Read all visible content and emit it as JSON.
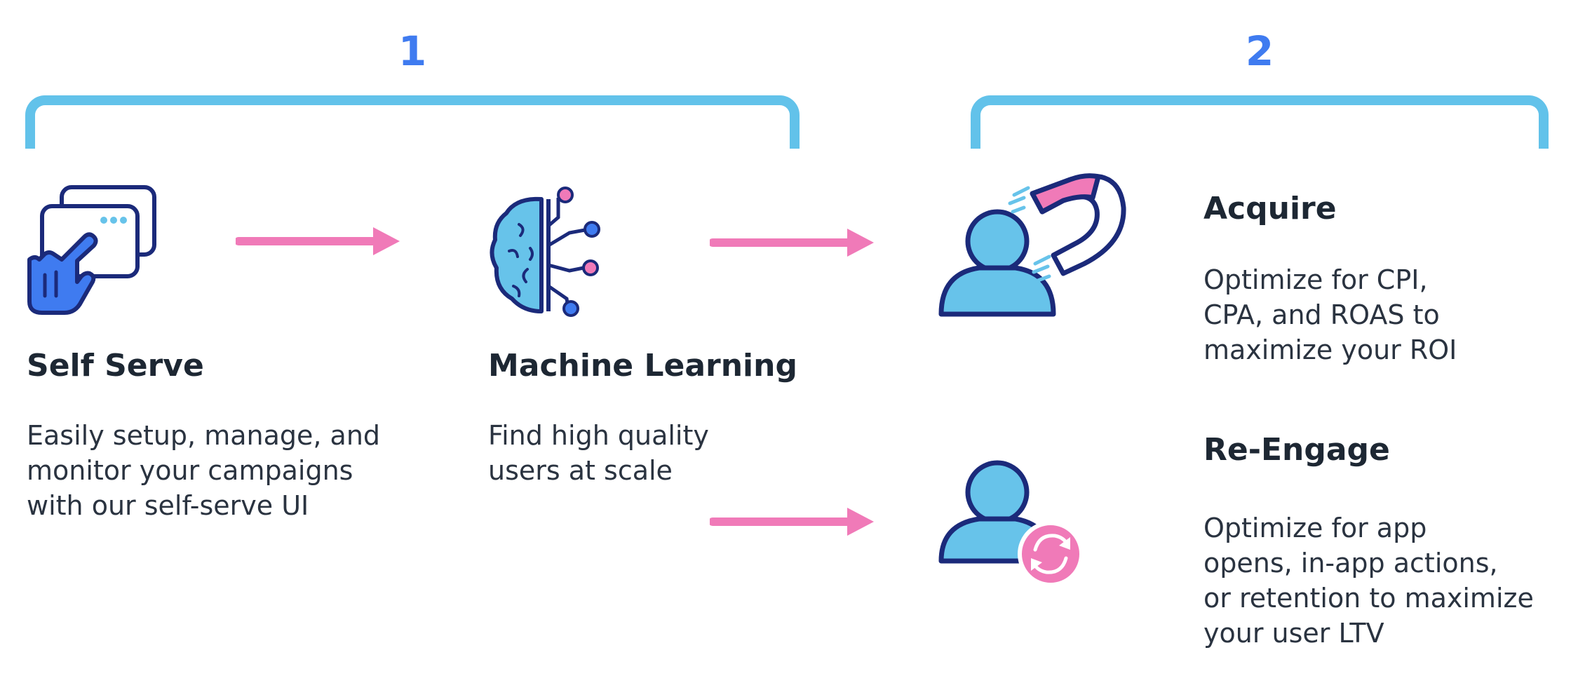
{
  "steps": {
    "one": "1",
    "two": "2"
  },
  "self_serve": {
    "title": "Self Serve",
    "description_lines": [
      "Easily setup, manage, and",
      "monitor your campaigns",
      "with our self-serve UI"
    ]
  },
  "machine_learning": {
    "title": "Machine Learning",
    "description_lines": [
      "Find high quality",
      "users at scale"
    ]
  },
  "acquire": {
    "title": "Acquire",
    "description_lines": [
      "Optimize for CPI,",
      "CPA, and ROAS to",
      "maximize your ROI"
    ]
  },
  "re_engage": {
    "title": "Re-Engage",
    "description_lines": [
      "Optimize for app",
      "opens, in-app actions,",
      "or retention to maximize",
      "your user LTV"
    ]
  },
  "colors": {
    "step_number": "#3f7bf0",
    "bracket": "#62c2ea",
    "arrow": "#f07ab8",
    "icon_outline": "#1b2a7a",
    "icon_fill_light": "#67c3ea",
    "icon_fill_blue": "#3f7bf0",
    "icon_accent_pink": "#f07ab8",
    "text_dark": "#1d2733"
  },
  "icons": {
    "self_serve": "touch-screens-icon",
    "machine_learning": "brain-circuit-icon",
    "acquire": "user-magnet-icon",
    "re_engage": "user-refresh-icon"
  }
}
